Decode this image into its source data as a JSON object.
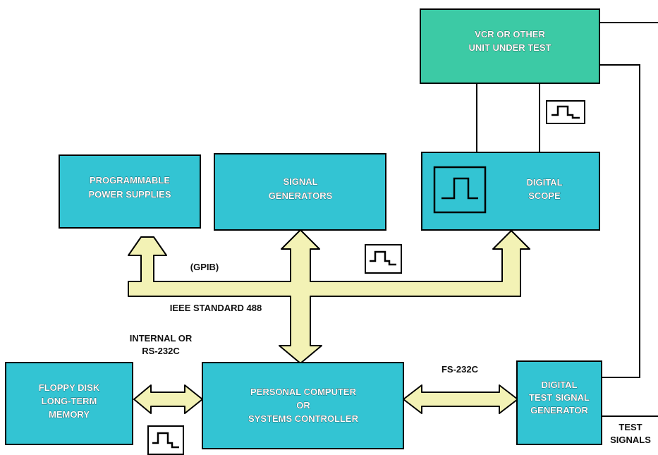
{
  "colors": {
    "box_fill": "#33c4d3",
    "vcr_fill": "#3ccaa5",
    "bus_fill": "#f3f2b5",
    "line": "#000000",
    "label_text": "#ffffff"
  },
  "boxes": {
    "vcr": {
      "line1": "VCR OR OTHER",
      "line2": "UNIT UNDER TEST"
    },
    "power_supplies": {
      "line1": "PROGRAMMABLE",
      "line2": "POWER SUPPLIES"
    },
    "signal_generators": {
      "line1": "SIGNAL",
      "line2": "GENERATORS"
    },
    "digital_scope": {
      "line1": "DIGITAL",
      "line2": "SCOPE"
    },
    "floppy": {
      "line1": "FLOPPY DISK",
      "line2": "LONG-TERM",
      "line3": "MEMORY"
    },
    "computer": {
      "line1": "PERSONAL COMPUTER",
      "line2": "OR",
      "line3": "SYSTEMS CONTROLLER"
    },
    "test_signal_generator": {
      "line1": "DIGITAL",
      "line2": "TEST SIGNAL",
      "line3": "GENERATOR"
    }
  },
  "labels": {
    "gpib": "(GPIB)",
    "ieee": "IEEE STANDARD 488",
    "internal_line1": "INTERNAL OR",
    "internal_line2": "RS-232C",
    "rs232c": "FS-232C",
    "test_line1": "TEST",
    "test_line2": "SIGNALS"
  },
  "icons": [
    "square-wave-icon",
    "scope-waveform-icon"
  ]
}
